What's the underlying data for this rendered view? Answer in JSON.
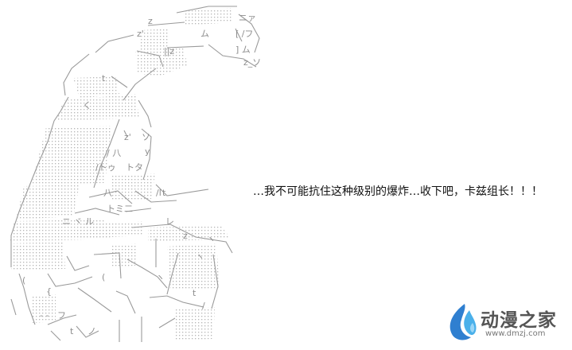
{
  "dialogue": "…我不可能抗住这种级别的爆炸…收下吧，卡兹组长！！！",
  "watermark": {
    "name": "动漫之家",
    "url": "www.dmzj.com",
    "logo_colors": [
      "#2f7fd0",
      "#4ab0ea",
      "#9ad6f7"
    ]
  },
  "ascii_art": {
    "subject": "hunched-figure-handing-object",
    "line_color": "#9a9a9a",
    "shading_color": "#c9c9c9"
  }
}
